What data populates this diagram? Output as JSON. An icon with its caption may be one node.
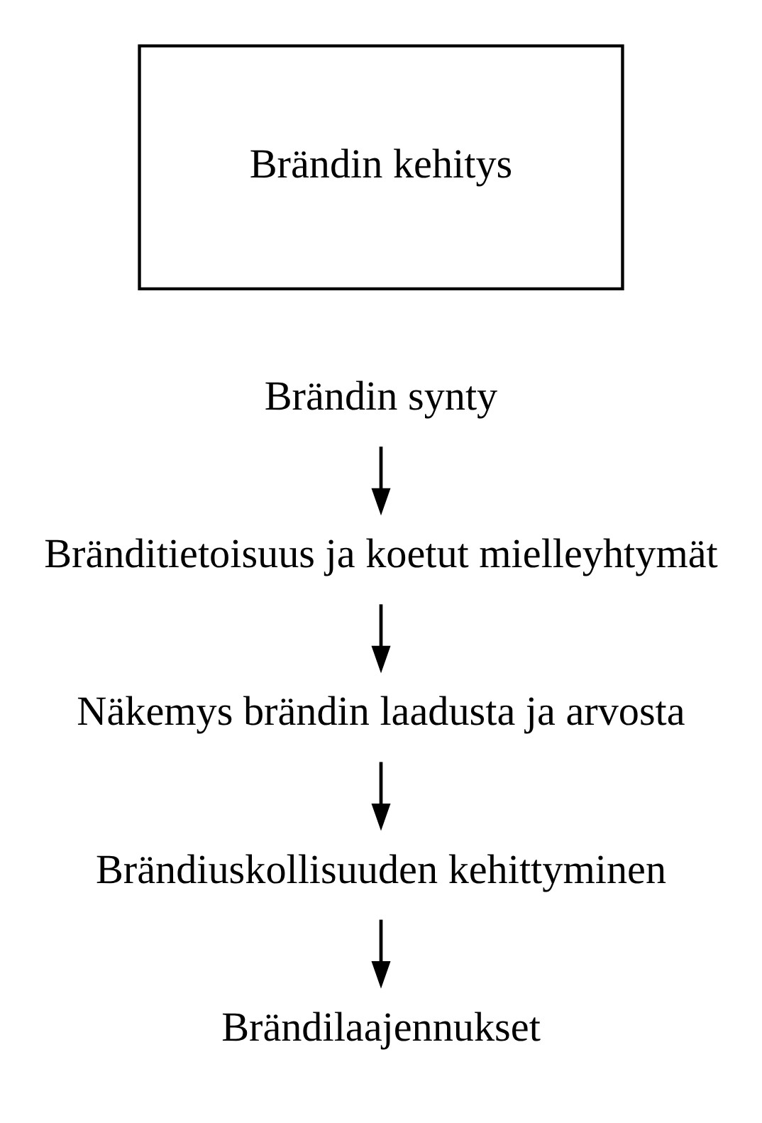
{
  "diagram": {
    "nodes": [
      {
        "text": [
          "Brändin kehitys"
        ]
      },
      {
        "text": [
          "Brändin synty"
        ]
      },
      {
        "text": [
          "Bränditietoisuus ja koetut mielleyhtymät"
        ]
      },
      {
        "text": [
          "Näkemys brändin laadusta ja arvosta"
        ]
      },
      {
        "text": [
          "Brändiuskollisuuden kehittyminen"
        ]
      },
      {
        "text": [
          "Brändilaajennukset"
        ]
      }
    ],
    "edges": [
      {
        "from": 1,
        "to": 2,
        "arrow": "to"
      },
      {
        "from": 2,
        "to": 3,
        "arrow": "to"
      },
      {
        "from": 3,
        "to": 4,
        "arrow": "to"
      },
      {
        "from": 4,
        "to": 5,
        "arrow": "to"
      }
    ]
  }
}
